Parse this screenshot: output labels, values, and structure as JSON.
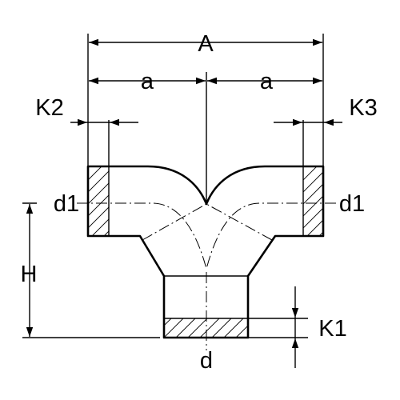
{
  "diagram": {
    "labels": {
      "overall_width": "A",
      "half_left": "a",
      "half_right": "a",
      "offset_left": "K2",
      "offset_right": "K3",
      "offset_bottom": "K1",
      "branch_left_diameter": "d1",
      "branch_right_diameter": "d1",
      "height": "H",
      "main_diameter": "d"
    },
    "colors": {
      "stroke": "#000000",
      "background": "#ffffff"
    }
  }
}
